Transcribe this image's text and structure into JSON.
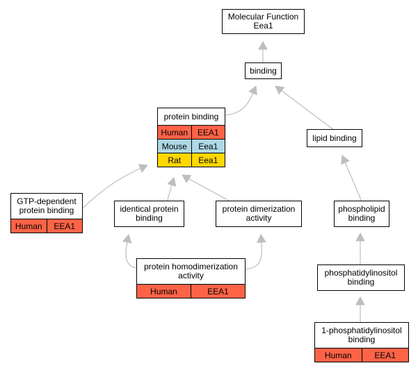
{
  "colors": {
    "human": "#FF6347",
    "mouse": "#ADD8E6",
    "rat": "#FFD700",
    "edge": "#BEBEBE"
  },
  "nodes": [
    {
      "id": "molecular-function",
      "lines": [
        "Molecular Function",
        "Eea1"
      ],
      "rows": []
    },
    {
      "id": "binding",
      "lines": [
        "binding"
      ],
      "rows": []
    },
    {
      "id": "protein-binding",
      "lines": [
        "protein binding"
      ],
      "rows": [
        {
          "species": "Human",
          "gene": "EEA1",
          "color": "human"
        },
        {
          "species": "Mouse",
          "gene": "Eea1",
          "color": "mouse"
        },
        {
          "species": "Rat",
          "gene": "Eea1",
          "color": "rat"
        }
      ]
    },
    {
      "id": "lipid-binding",
      "lines": [
        "lipid binding"
      ],
      "rows": []
    },
    {
      "id": "gtp-dependent-protein-binding",
      "lines": [
        "GTP-dependent",
        "protein binding"
      ],
      "rows": [
        {
          "species": "Human",
          "gene": "EEA1",
          "color": "human"
        }
      ]
    },
    {
      "id": "identical-protein-binding",
      "lines": [
        "identical protein",
        "binding"
      ],
      "rows": []
    },
    {
      "id": "protein-dimerization-activity",
      "lines": [
        "protein dimerization",
        "activity"
      ],
      "rows": []
    },
    {
      "id": "phospholipid-binding",
      "lines": [
        "phospholipid",
        "binding"
      ],
      "rows": []
    },
    {
      "id": "protein-homodimerization-activity",
      "lines": [
        "protein homodimerization",
        "activity"
      ],
      "rows": [
        {
          "species": "Human",
          "gene": "EEA1",
          "color": "human"
        }
      ]
    },
    {
      "id": "phosphatidylinositol-binding",
      "lines": [
        "phosphatidylinositol",
        "binding"
      ],
      "rows": []
    },
    {
      "id": "1-phosphatidylinositol-binding",
      "lines": [
        "1-phosphatidylinositol",
        "binding"
      ],
      "rows": [
        {
          "species": "Human",
          "gene": "EEA1",
          "color": "human"
        }
      ]
    }
  ],
  "edges": [
    {
      "from": "binding",
      "to": "molecular-function"
    },
    {
      "from": "protein-binding",
      "to": "binding"
    },
    {
      "from": "lipid-binding",
      "to": "binding"
    },
    {
      "from": "gtp-dependent-protein-binding",
      "to": "protein-binding"
    },
    {
      "from": "identical-protein-binding",
      "to": "protein-binding"
    },
    {
      "from": "protein-dimerization-activity",
      "to": "protein-binding"
    },
    {
      "from": "phospholipid-binding",
      "to": "lipid-binding"
    },
    {
      "from": "protein-homodimerization-activity",
      "to": "identical-protein-binding"
    },
    {
      "from": "protein-homodimerization-activity",
      "to": "protein-dimerization-activity"
    },
    {
      "from": "phosphatidylinositol-binding",
      "to": "phospholipid-binding"
    },
    {
      "from": "1-phosphatidylinositol-binding",
      "to": "phosphatidylinositol-binding"
    }
  ]
}
